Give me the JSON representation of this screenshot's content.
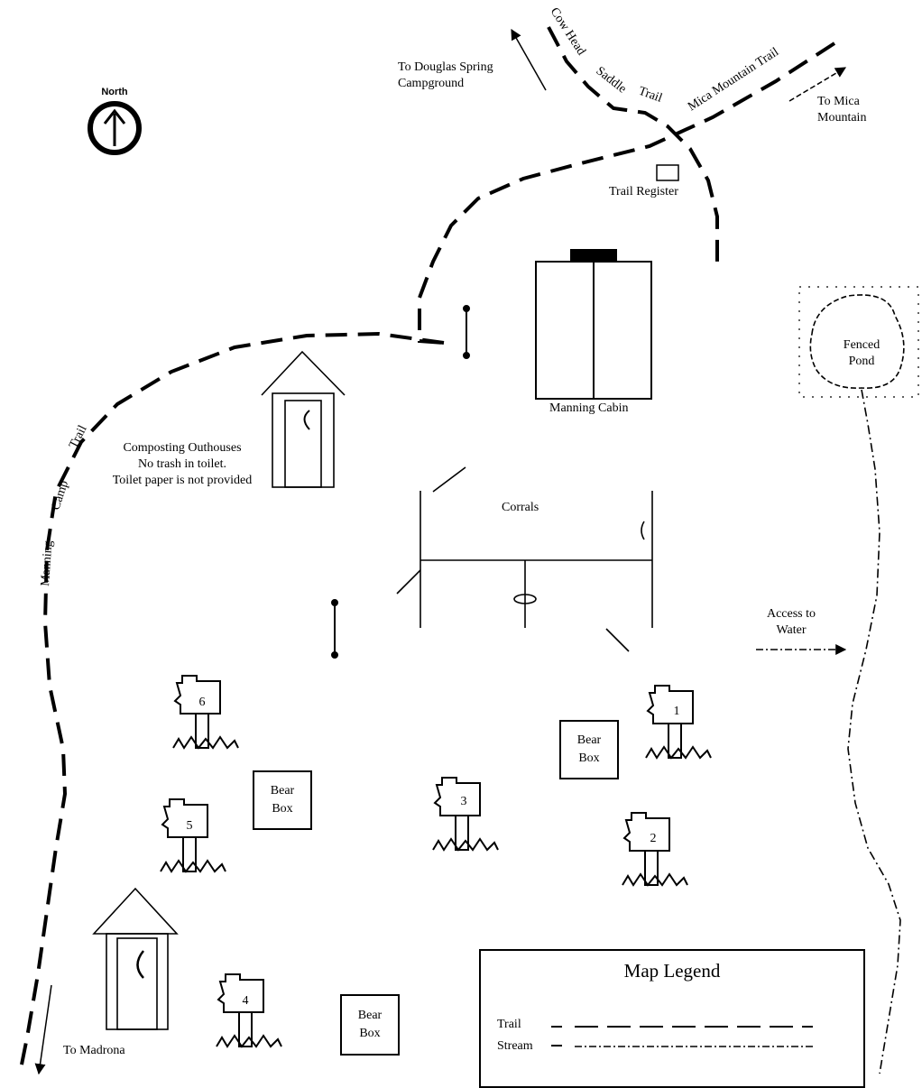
{
  "north_label": "North",
  "labels": {
    "douglas": [
      "To Douglas Spring",
      "Campground"
    ],
    "cow_head": "Cow Head",
    "saddle": "Saddle",
    "trail_word": "Trail",
    "mica_trail": "Mica Mountain Trail",
    "to_mica": [
      "To Mica",
      "Mountain"
    ],
    "trail_register": "Trail Register",
    "manning_cabin": "Manning Cabin",
    "fenced_pond": [
      "Fenced",
      "Pond"
    ],
    "outhouse_note": [
      "Composting Outhouses",
      "No trash in toilet.",
      "Toilet paper is not provided"
    ],
    "manning_camp_trail": [
      "Trail",
      "Camp",
      "Manning"
    ],
    "corrals": "Corrals",
    "access_water": [
      "Access to",
      "Water"
    ],
    "to_madrona": "To Madrona"
  },
  "bear_box": [
    "Bear",
    "Box"
  ],
  "campsites": [
    "1",
    "2",
    "3",
    "4",
    "5",
    "6"
  ],
  "legend": {
    "title": "Map Legend",
    "items": [
      {
        "label": "Trail",
        "symbol": "dashed-line"
      },
      {
        "label": "Stream",
        "symbol": "dash-dot-line"
      }
    ]
  }
}
